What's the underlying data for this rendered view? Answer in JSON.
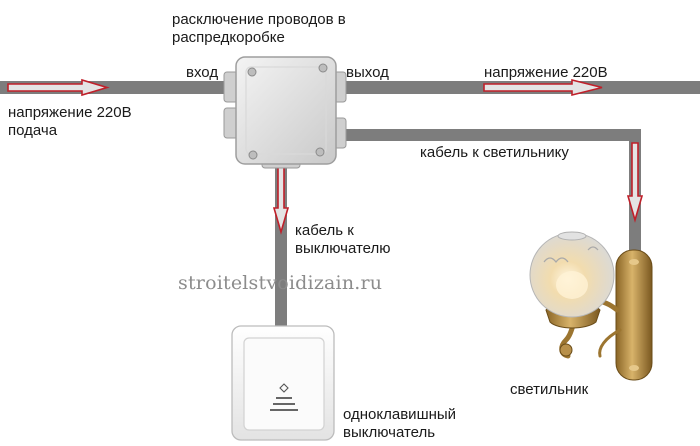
{
  "labels": {
    "junction_title_line1": "расключение проводов в",
    "junction_title_line2": "распредкоробке",
    "input": "вход",
    "output": "выход",
    "voltage_out": "напряжение 220В",
    "voltage_in_line1": "напряжение 220В",
    "voltage_in_line2": "подача",
    "lamp_cable": "кабель к светильнику",
    "switch_cable_line1": "кабель к",
    "switch_cable_line2": "выключателю",
    "watermark": "stroitelstvoidizain.ru",
    "lamp": "светильник",
    "switch_line1": "одноклавишный",
    "switch_line2": "выключатель"
  },
  "colors": {
    "wire": "#7d7d7d",
    "arrow_fill": "#e4e4e4",
    "arrow_stroke": "#c0202a",
    "brass": "#b8904a"
  }
}
